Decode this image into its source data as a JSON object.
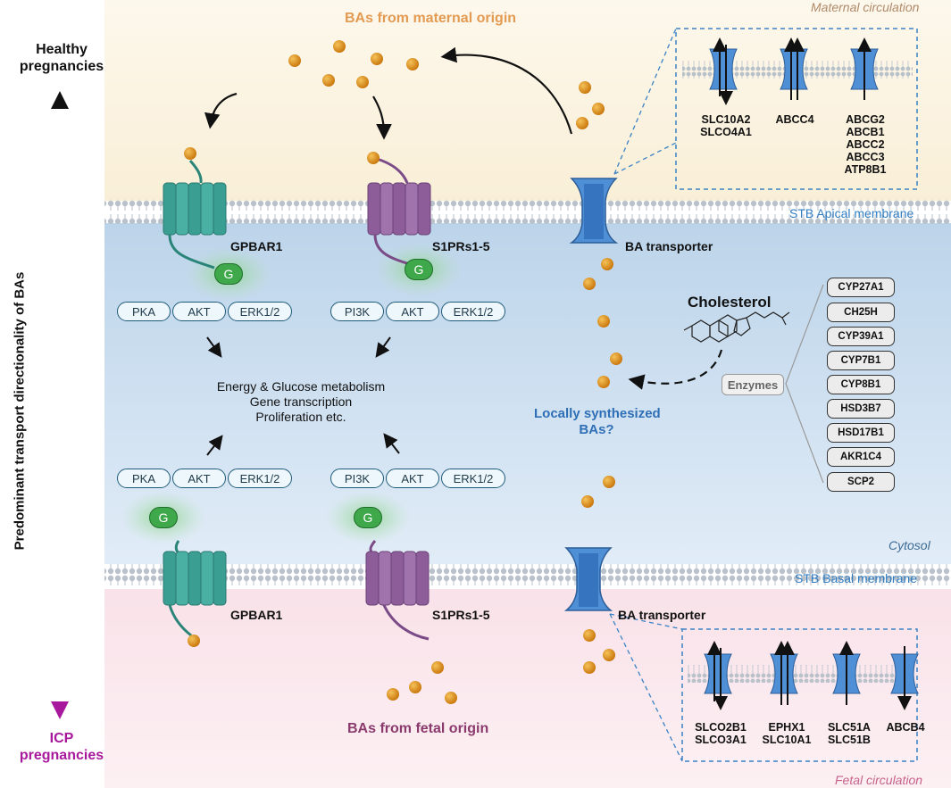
{
  "top_title": "BAs from maternal origin",
  "bottom_title": "BAs from fetal origin",
  "maternal_circulation": "Maternal circulation",
  "fetal_circulation": "Fetal circulation",
  "apical_membrane": "STB Apical membrane",
  "basal_membrane": "STB Basal membrane",
  "cytosol": "Cytosol",
  "axis": {
    "top": "Healthy pregnancies",
    "bottom": "ICP pregnancies",
    "label": "Predominant transport directionality of BAs"
  },
  "receptors": {
    "gpbar1_top": "GPBAR1",
    "s1prs_top": "S1PRs1-5",
    "gpbar1_bottom": "GPBAR1",
    "s1prs_bottom": "S1PRs1-5",
    "g_protein": "G"
  },
  "pathways": {
    "left_top": [
      "PKA",
      "AKT",
      "ERK1/2"
    ],
    "right_top": [
      "PI3K",
      "AKT",
      "ERK1/2"
    ],
    "left_bottom": [
      "PKA",
      "AKT",
      "ERK1/2"
    ],
    "right_bottom": [
      "PI3K",
      "AKT",
      "ERK1/2"
    ]
  },
  "effects": [
    "Energy & Glucose metabolism",
    "Gene transcription",
    "Proliferation etc."
  ],
  "ba_transporter_top": "BA transporter",
  "ba_transporter_bottom": "BA transporter",
  "cholesterol": "Cholesterol",
  "locally_synthesized": [
    "Locally synthesized",
    "BAs?"
  ],
  "enzymes_label": "Enzymes",
  "enzymes": [
    "CYP27A1",
    "CH25H",
    "CYP39A1",
    "CYP7B1",
    "CYP8B1",
    "HSD3B7",
    "HSD17B1",
    "AKR1C4",
    "SCP2"
  ],
  "apical_transporters": [
    [
      "SLC10A2",
      "SLCO4A1"
    ],
    [
      "ABCC4"
    ],
    [
      "ABCG2",
      "ABCB1",
      "ABCC2",
      "ABCC3",
      "ATP8B1"
    ]
  ],
  "basal_transporters": [
    [
      "SLCO2B1",
      "SLCO3A1"
    ],
    [
      "EPHX1",
      "SLC10A1"
    ],
    [
      "SLC51A",
      "SLC51B"
    ],
    [
      "ABCB4"
    ]
  ],
  "colors": {
    "maternal_bg": "#fbf3e0",
    "fetal_bg": "#fbe8ee",
    "cytosol_bg": "#c7dcef",
    "gpbar1": "#3a9e93",
    "s1pr": "#8d5d99",
    "transporter": "#4f8fd6",
    "ba": "#d98a1a",
    "g_protein": "#3ea84a",
    "axis_top": "#111111",
    "axis_bottom": "#a8189c"
  }
}
